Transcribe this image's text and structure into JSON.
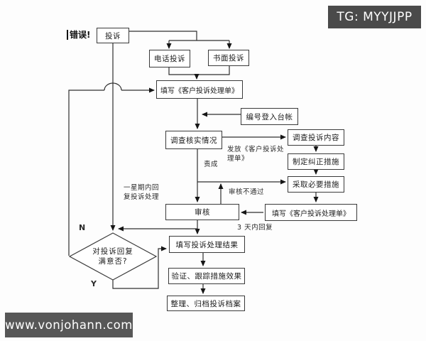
{
  "overlays": {
    "tg_banner": "TG: MYYJJPP",
    "watermark": "www.vonjohann.com",
    "error_text": "错误!"
  },
  "colors": {
    "banner_background": "#4a4a4a",
    "watermark_background": "#575757",
    "line_color": "#2f2f2f",
    "box_border": "#3a3a3a",
    "background": "#fdfdfd"
  },
  "nodes": {
    "complaint": "投诉",
    "phone_complaint": "电话投诉",
    "written_complaint": "书面投诉",
    "fill_complaint_form": "填写《客户投诉处理单》",
    "register_number": "编号登入台帐",
    "investigate_verify": "调查核实情况",
    "investigate_content": "调查投诉内容",
    "corrective_measures": "制定纠正措施",
    "necessary_measures": "采取必要措施",
    "fill_complaint_form_2": "填写《客户投诉处理单》",
    "review": "审核",
    "fill_result": "填写投诉处理结果",
    "verify_track": "验证、跟踪措施效果",
    "archive": "整理、归档投诉档案",
    "decision_line1": "对投诉回复",
    "decision_line2": "满意否?"
  },
  "edge_labels": {
    "issue_form_line1": "发放《客户投诉处",
    "issue_form_line2": "理单》",
    "assign": "责成",
    "one_week_line1": "一星期内回",
    "one_week_line2": "复投诉处理",
    "review_failed": "审核不通过",
    "three_days_reply": "3 天内回复",
    "no": "N",
    "yes": "Y"
  }
}
